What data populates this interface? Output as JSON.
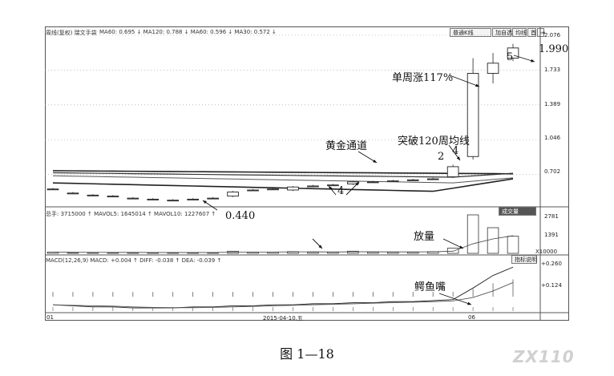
{
  "header": {
    "title": "周线(复权) 瑞文手袋",
    "ma_text": "MA60: 0.695 ↓ MA120: 0.788 ↓ MA60: 0.596 ↓ MA30: 0.572 ↓",
    "buttons": [
      "普通K线",
      "加自选",
      "均线",
      "首"
    ]
  },
  "volume_header": "总手: 3715000 ↑ MAVOL5: 1645014 ↑ MAVOL10: 1227607 ↑",
  "volume_tab": "成交量",
  "macd_header": "MACD(12,26,9) MACD: +0.004 ↑ DIFF: -0.038 ↑ DEA: -0.039 ↑",
  "macd_tab": "指标说明",
  "date_labels": [
    "01",
    "2015-04-10,五",
    "06"
  ],
  "annotations": {
    "weekly_gain": "单周涨117%",
    "golden_channel": "黄金通道",
    "break_ma120": "突破120周均线",
    "volume_up": "放量",
    "crocodile": "鳄鱼嘴",
    "low_value": "0.440",
    "high_value": "1.990",
    "num_2": "2",
    "num_4a": "4",
    "num_4b": "4",
    "num_5": "5"
  },
  "caption": "图 1—18",
  "watermark": "ZX110",
  "chart_data": {
    "type": "candlestick",
    "ylim": [
      0.4,
      2.075
    ],
    "y_ticks": [
      "2.076",
      "1.733",
      "1.389",
      "1.046",
      "0.702"
    ],
    "volume_ticks": [
      "2781",
      "1391",
      "X10000"
    ],
    "macd_ticks": [
      "+0.260",
      "+0.124"
    ],
    "candles": [
      {
        "o": 0.56,
        "c": 0.56,
        "h": 0.57,
        "l": 0.55
      },
      {
        "o": 0.52,
        "c": 0.52,
        "h": 0.53,
        "l": 0.51
      },
      {
        "o": 0.5,
        "c": 0.5,
        "h": 0.51,
        "l": 0.49
      },
      {
        "o": 0.49,
        "c": 0.49,
        "h": 0.5,
        "l": 0.48
      },
      {
        "o": 0.47,
        "c": 0.47,
        "h": 0.48,
        "l": 0.46
      },
      {
        "o": 0.46,
        "c": 0.46,
        "h": 0.47,
        "l": 0.45
      },
      {
        "o": 0.45,
        "c": 0.45,
        "h": 0.46,
        "l": 0.44
      },
      {
        "o": 0.46,
        "c": 0.46,
        "h": 0.47,
        "l": 0.45
      },
      {
        "o": 0.47,
        "c": 0.47,
        "h": 0.48,
        "l": 0.46
      },
      {
        "o": 0.49,
        "c": 0.53,
        "h": 0.54,
        "l": 0.48
      },
      {
        "o": 0.55,
        "c": 0.55,
        "h": 0.56,
        "l": 0.54
      },
      {
        "o": 0.56,
        "c": 0.56,
        "h": 0.57,
        "l": 0.55
      },
      {
        "o": 0.55,
        "c": 0.58,
        "h": 0.59,
        "l": 0.54
      },
      {
        "o": 0.59,
        "c": 0.59,
        "h": 0.6,
        "l": 0.58
      },
      {
        "o": 0.6,
        "c": 0.6,
        "h": 0.61,
        "l": 0.59
      },
      {
        "o": 0.61,
        "c": 0.63,
        "h": 0.64,
        "l": 0.6
      },
      {
        "o": 0.63,
        "c": 0.63,
        "h": 0.64,
        "l": 0.62
      },
      {
        "o": 0.64,
        "c": 0.64,
        "h": 0.65,
        "l": 0.63
      },
      {
        "o": 0.65,
        "c": 0.65,
        "h": 0.66,
        "l": 0.64
      },
      {
        "o": 0.66,
        "c": 0.66,
        "h": 0.67,
        "l": 0.65
      },
      {
        "o": 0.68,
        "c": 0.78,
        "h": 0.8,
        "l": 0.67
      },
      {
        "o": 0.88,
        "c": 1.7,
        "h": 1.85,
        "l": 0.85
      },
      {
        "o": 1.7,
        "c": 1.8,
        "h": 1.9,
        "l": 1.6
      },
      {
        "o": 1.85,
        "c": 1.95,
        "h": 1.99,
        "l": 1.82
      }
    ],
    "volume": [
      3,
      2,
      2,
      2,
      2,
      2,
      2,
      2,
      2,
      5,
      3,
      3,
      4,
      3,
      3,
      5,
      3,
      3,
      3,
      4,
      12,
      90,
      60,
      40
    ],
    "macd_diff": [
      -0.1,
      -0.11,
      -0.12,
      -0.12,
      -0.13,
      -0.13,
      -0.13,
      -0.12,
      -0.12,
      -0.11,
      -0.11,
      -0.1,
      -0.1,
      -0.09,
      -0.09,
      -0.08,
      -0.08,
      -0.07,
      -0.07,
      -0.06,
      -0.05,
      0.06,
      0.18,
      0.26
    ]
  }
}
